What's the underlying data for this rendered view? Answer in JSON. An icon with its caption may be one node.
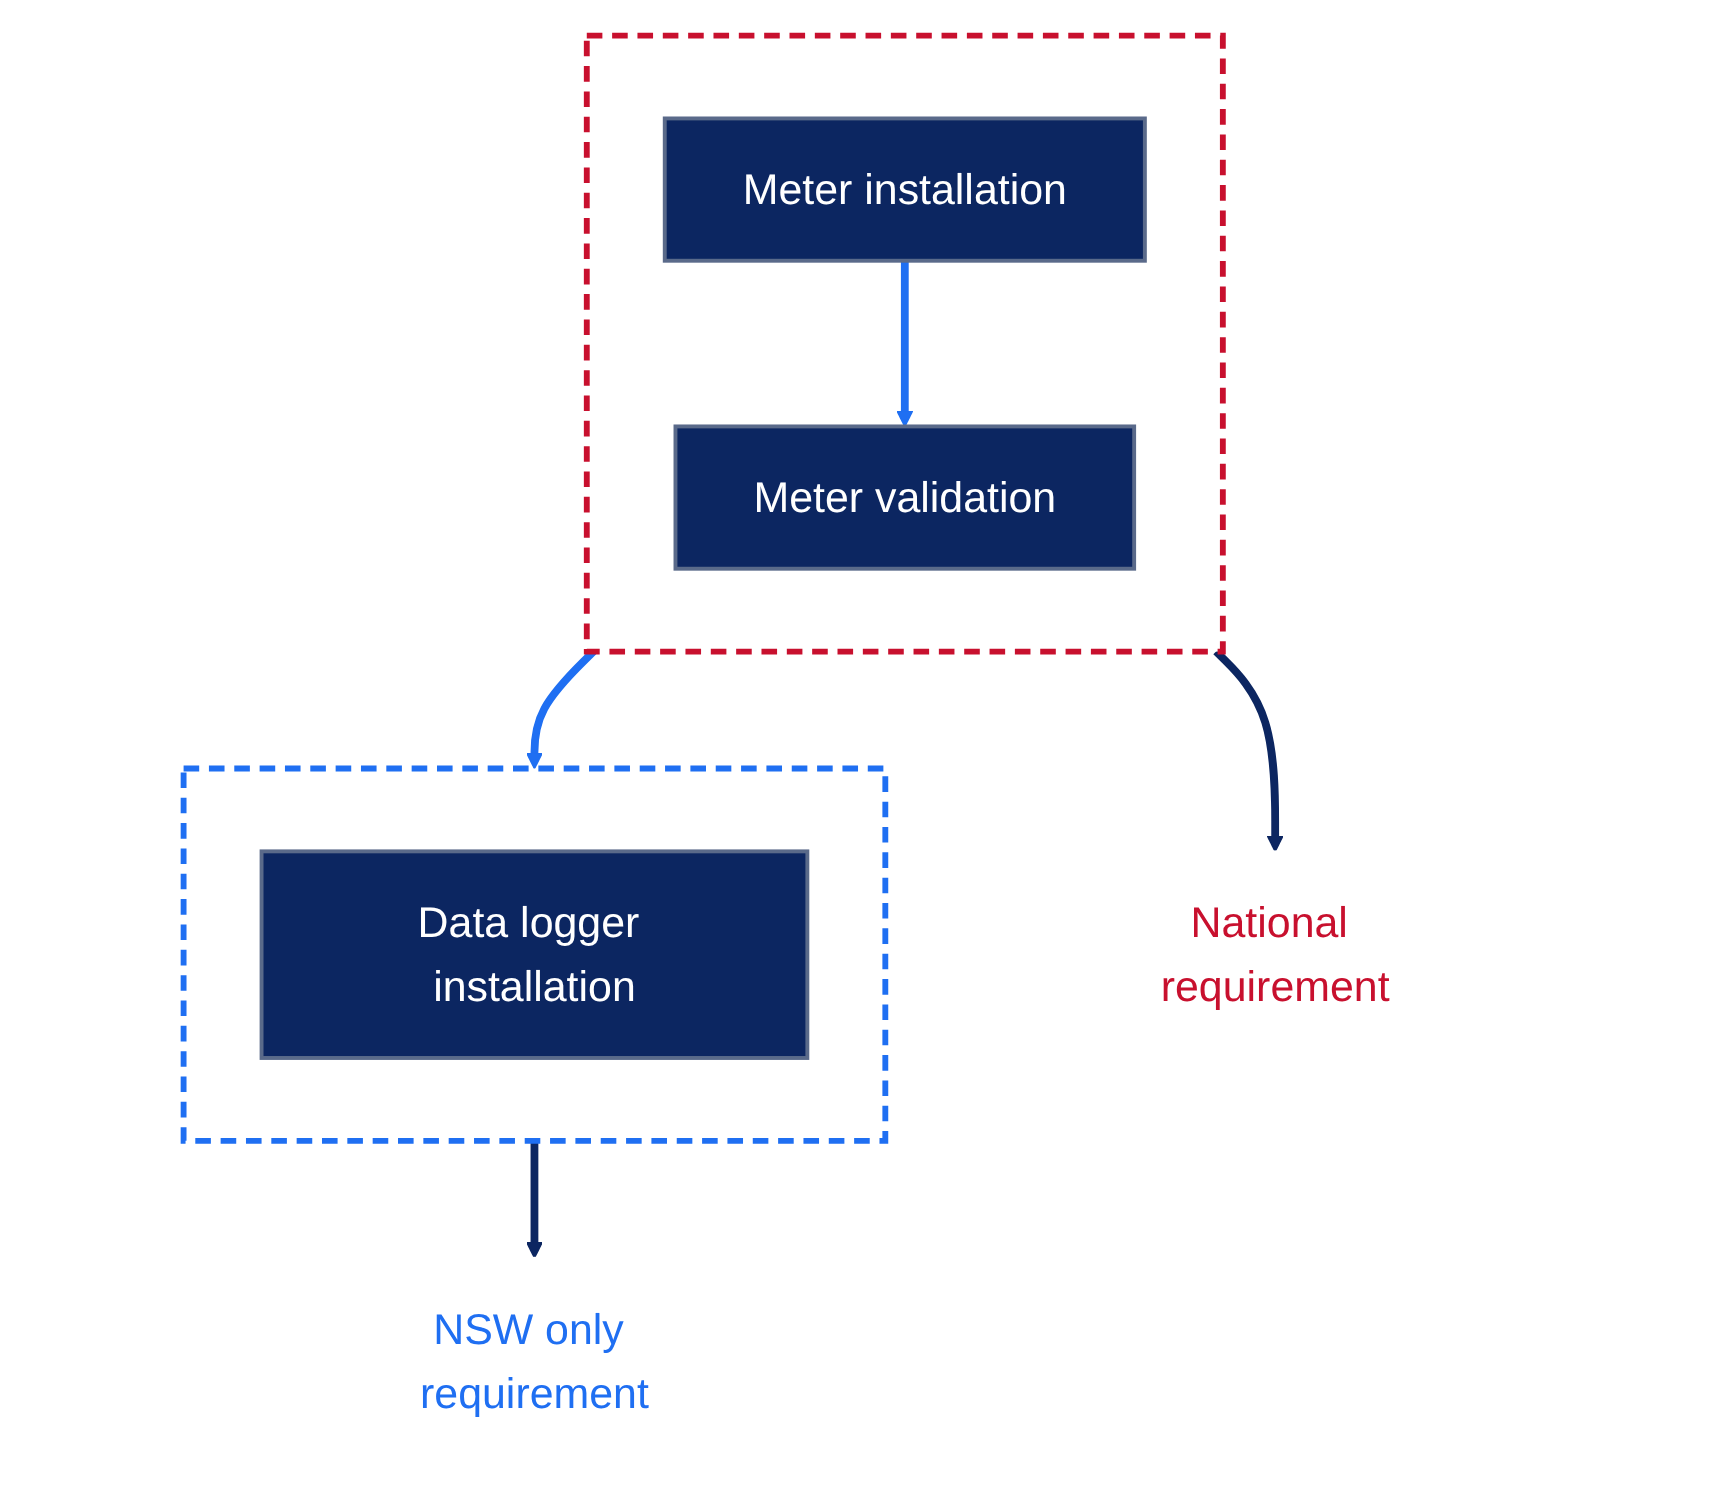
{
  "diagram": {
    "nodes": [
      {
        "text": [],
        "shape": "box"
      },
      {
        "text": [
          "Meter installation"
        ],
        "in": 0
      },
      {
        "text": [
          "Meter validation"
        ],
        "in": 0
      },
      {
        "text": [],
        "shape": "box"
      },
      {
        "text": [
          "Data logger installation"
        ],
        "in": 3
      },
      {
        "text": [
          "National requirement"
        ]
      },
      {
        "text": [
          "NSW only requirement"
        ]
      }
    ],
    "edges": [
      {
        "from": 1,
        "to": 2,
        "arrow": "to",
        "color": "#1f6ff2"
      },
      {
        "from": 0,
        "to": 3,
        "arrow": "to",
        "color": "#1f6ff2"
      },
      {
        "from": 0,
        "to": 5,
        "arrow": "to",
        "color": "#0c2661"
      },
      {
        "from": 3,
        "to": 6,
        "arrow": "to",
        "color": "#0c2661"
      }
    ]
  }
}
